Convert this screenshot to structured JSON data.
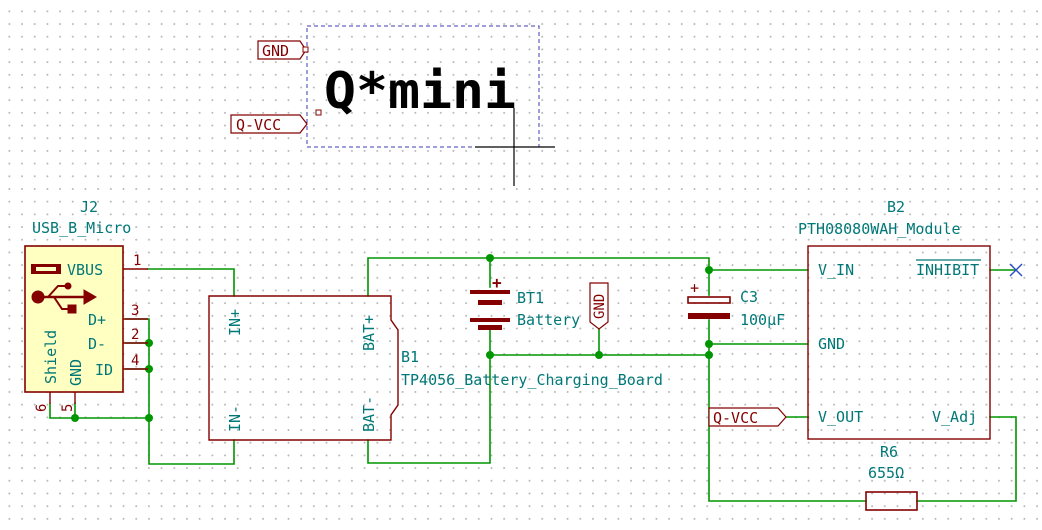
{
  "title_text": "Q*mini",
  "colors": {
    "wire": "#009600",
    "body": "#840000",
    "body_fill": "#ffffc2",
    "text": "#007878",
    "junction": "#009600",
    "no_connect": "#2a4dc6",
    "title_frame": "#3c3cb4"
  },
  "labels": {
    "gnd_top": "GND",
    "qvcc_top": "Q-VCC",
    "gnd_mid": "GND",
    "qvcc_mid": "Q-VCC"
  },
  "j2": {
    "ref": "J2",
    "value": "USB_B_Micro",
    "pins": {
      "vbus": "VBUS",
      "dplus": "D+",
      "dminus": "D-",
      "id": "ID",
      "gnd": "GND",
      "shield": "Shield"
    },
    "pin_numbers": {
      "vbus": "1",
      "dplus": "3",
      "dminus": "2",
      "id": "4",
      "gnd": "5",
      "shield": "6"
    }
  },
  "b1": {
    "ref": "B1",
    "value": "TP4056_Battery_Charging_Board",
    "pins": {
      "in_plus": "IN+",
      "in_minus": "IN-",
      "bat_plus": "BAT+",
      "bat_minus": "BAT-"
    }
  },
  "bt1": {
    "ref": "BT1",
    "value": "Battery",
    "plus": "+"
  },
  "c3": {
    "ref": "C3",
    "value": "100µF",
    "plus": "+"
  },
  "b2": {
    "ref": "B2",
    "value": "PTH08080WAH_Module",
    "pins": {
      "v_in": "V_IN",
      "inhibit": "INHIBIT",
      "gnd": "GND",
      "v_out": "V_OUT",
      "v_adj": "V_Adj"
    }
  },
  "r6": {
    "ref": "R6",
    "value": "655Ω"
  }
}
